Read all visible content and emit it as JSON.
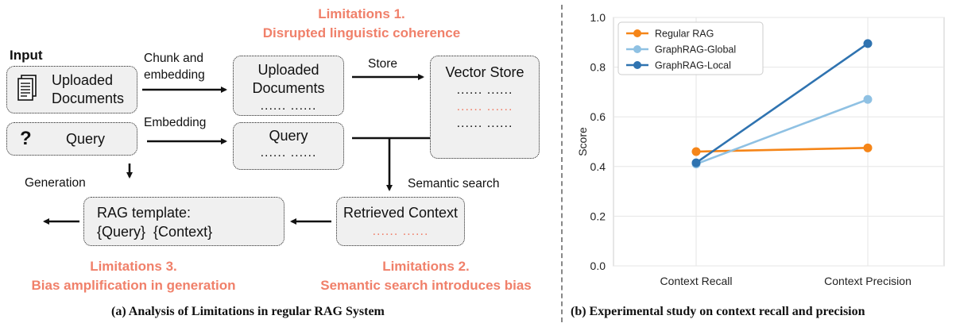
{
  "left": {
    "limitation1": {
      "title": "Limitations 1.",
      "desc": "Disrupted linguistic coherence"
    },
    "limitation2": {
      "title": "Limitations 2.",
      "desc": "Semantic search introduces bias"
    },
    "limitation3": {
      "title": "Limitations 3.",
      "desc": "Bias amplification in generation"
    },
    "input_label": "Input",
    "uploaded_docs_line1": "Uploaded",
    "uploaded_docs_line2": "Documents",
    "query_label": "Query",
    "chunk_label_line1": "Chunk and",
    "chunk_label_line2": "embedding",
    "embedding_label": "Embedding",
    "store_label": "Store",
    "mid_docs_line1": "Uploaded",
    "mid_docs_line2": "Documents",
    "dots_pair": "...... ......",
    "mid_query": "Query",
    "vector_store": "Vector Store",
    "semantic_search": "Semantic search",
    "generation": "Generation",
    "retrieved_context": "Retrieved Context",
    "rag_template_line1": "RAG template:",
    "rag_template_line2": "{Query}  {Context}",
    "caption": "(a) Analysis of Limitations in regular RAG System",
    "accent_color": "#f0806a"
  },
  "chart_data": {
    "type": "line",
    "categories": [
      "Context Recall",
      "Context Precision"
    ],
    "ylabel": "Score",
    "xlabel": "",
    "ylim": [
      0.0,
      1.0
    ],
    "yticks": [
      "0.0",
      "0.2",
      "0.4",
      "0.6",
      "0.8",
      "1.0"
    ],
    "grid": true,
    "legend_position": "top-left",
    "series": [
      {
        "name": "Regular RAG",
        "values": [
          0.46,
          0.475
        ],
        "color": "#f58518"
      },
      {
        "name": "GraphRAG-Global",
        "values": [
          0.41,
          0.67
        ],
        "color": "#8fc1e3"
      },
      {
        "name": "GraphRAG-Local",
        "values": [
          0.415,
          0.895
        ],
        "color": "#2f73b0"
      }
    ],
    "caption": "(b) Experimental study on context recall and precision"
  }
}
